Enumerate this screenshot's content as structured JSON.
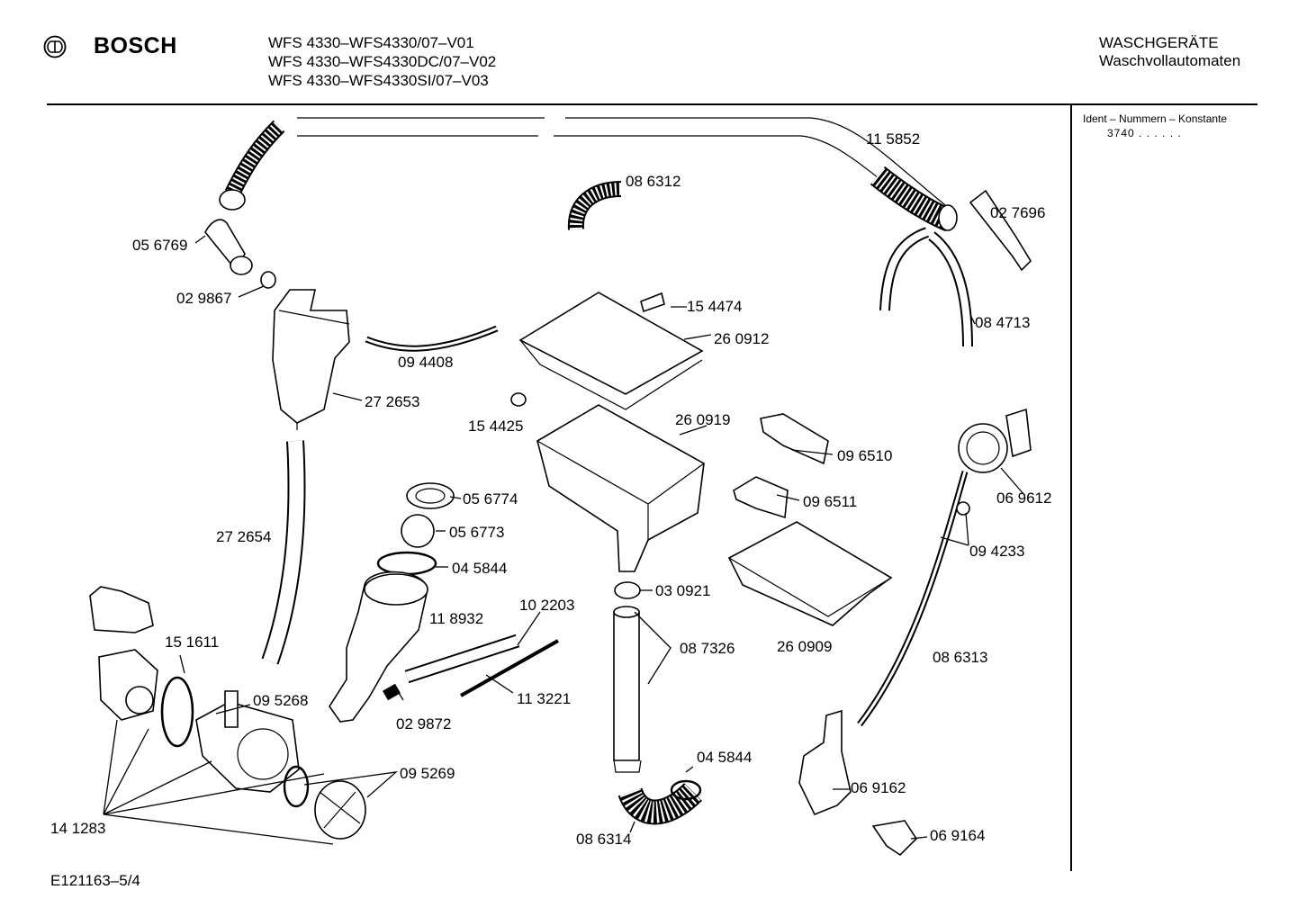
{
  "header": {
    "brand": "BOSCH",
    "models": [
      "WFS 4330–WFS4330/07–V01",
      "WFS 4330–WFS4330DC/07–V02",
      "WFS 4330–WFS4330SI/07–V03"
    ],
    "category": "WASCHGERÄTE",
    "subcategory": "Waschvollautomaten"
  },
  "sidebar": {
    "title": "Ident – Nummern – Konstante",
    "value": "3740 .  .  .  .  .  ."
  },
  "parts": [
    "11 5852",
    "08 6312",
    "02 7696",
    "05 6769",
    "02 9867",
    "15 4474",
    "26 0912",
    "08 4713",
    "09 4408",
    "27 2653",
    "15 4425",
    "26 0919",
    "09 6510",
    "06 9612",
    "05 6774",
    "09 6511",
    "05 6773",
    "27 2654",
    "09 4233",
    "04 5844",
    "03 0921",
    "10 2203",
    "11 8932",
    "08 7326",
    "26 0909",
    "15 1611",
    "08 6313",
    "09 5268",
    "11 3221",
    "02 9872",
    "04 5844",
    "09 5269",
    "06 9162",
    "14 1283",
    "06 9164",
    "08 6314"
  ],
  "footer": {
    "drawing_id": "E121163–5/4"
  }
}
